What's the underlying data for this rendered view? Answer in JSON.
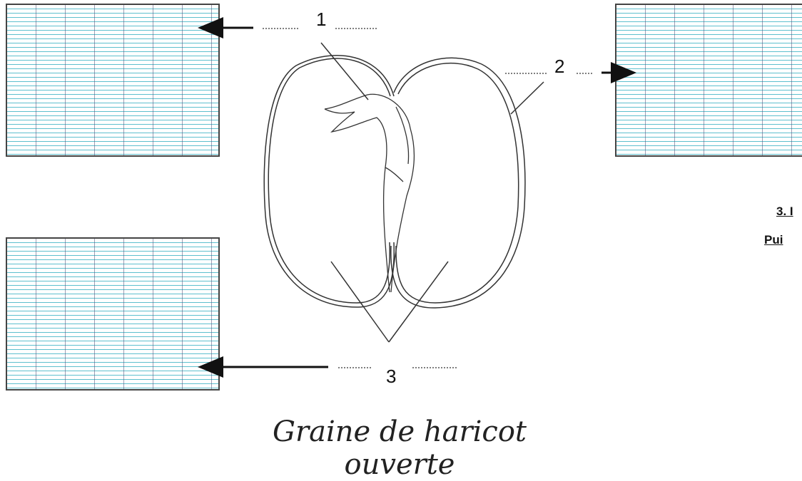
{
  "labels": {
    "one": "1",
    "two": "2",
    "three": "3"
  },
  "side_text": {
    "line1": "3. I",
    "line2": "Pui"
  },
  "caption": "Graine de haricot ouverte",
  "colors": {
    "grid_line": "#28aabe",
    "outline": "#333333",
    "arrow": "#111111"
  }
}
